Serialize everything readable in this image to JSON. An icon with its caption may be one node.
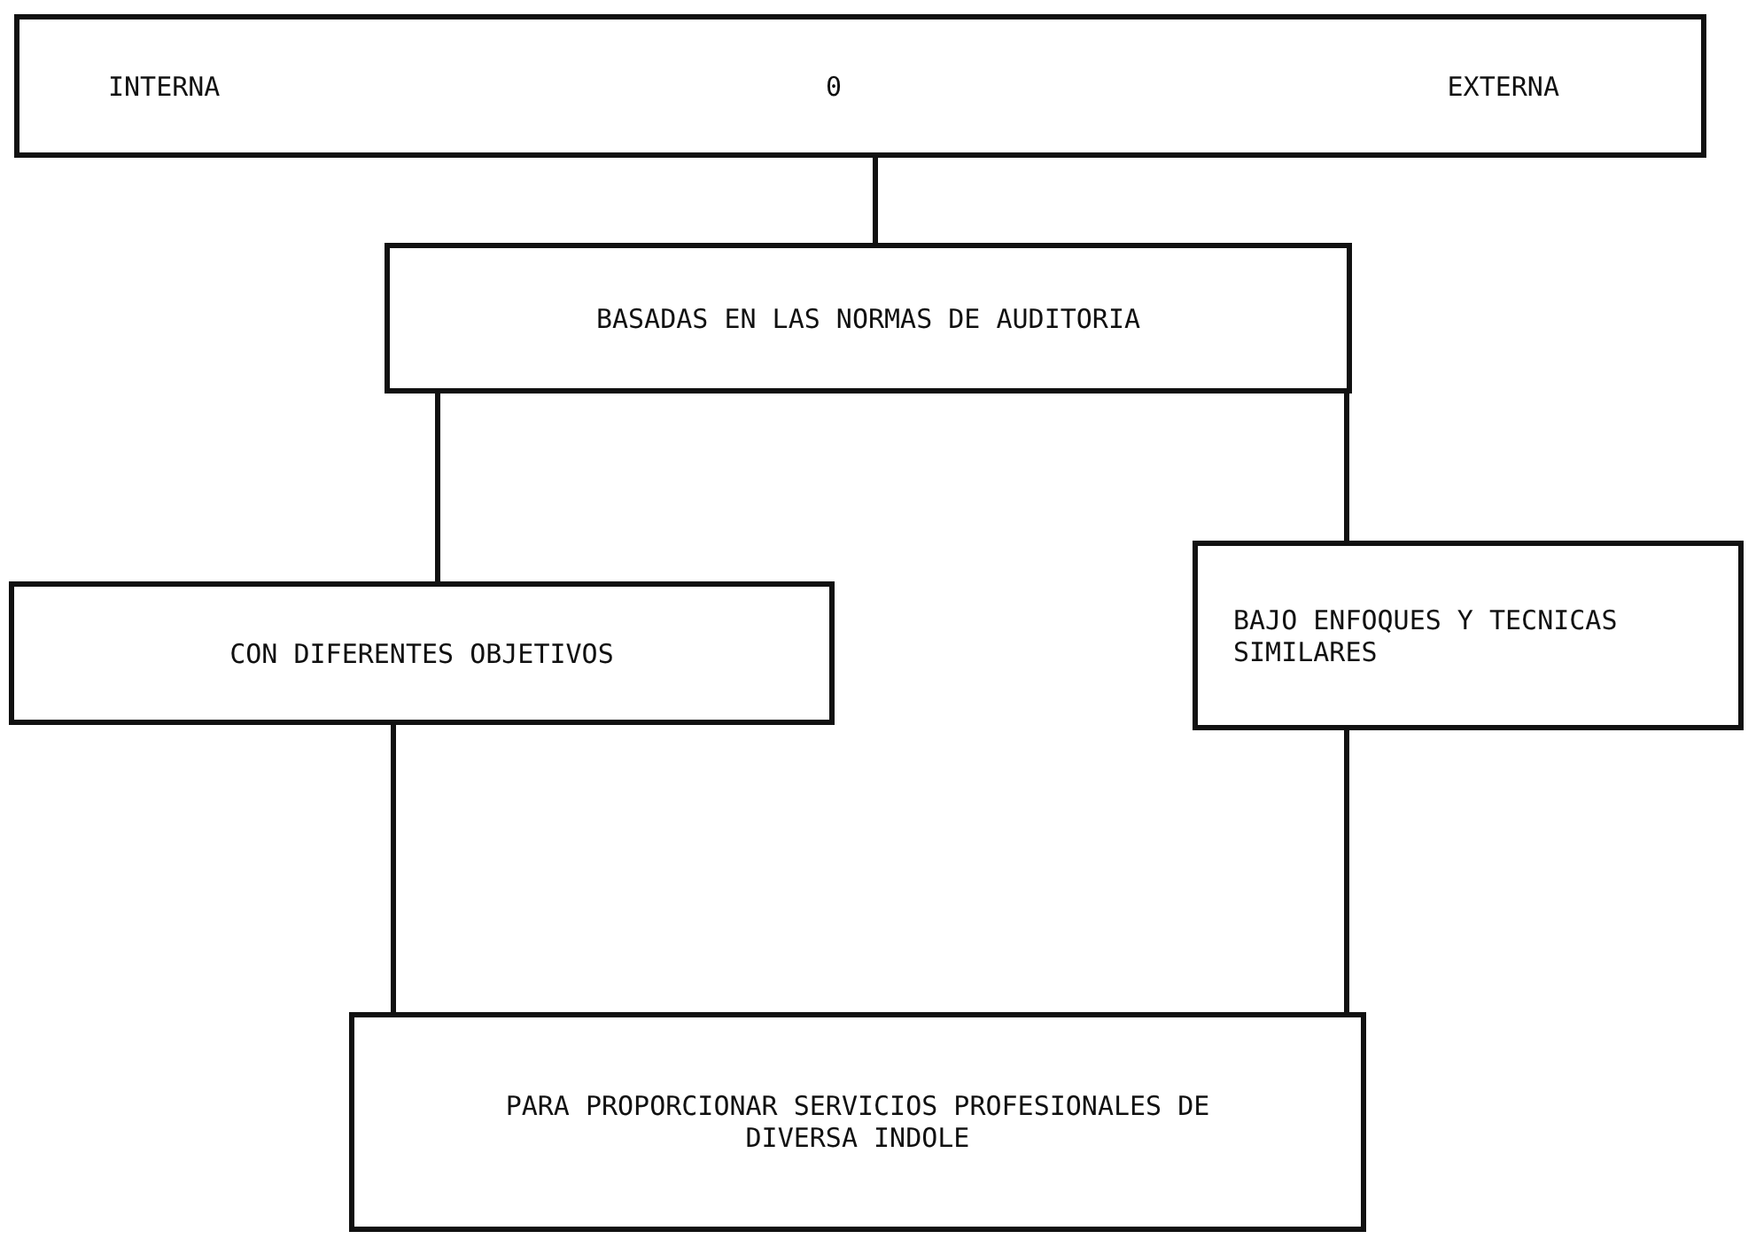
{
  "diagram": {
    "nodes": [
      {
        "text": [
          "INTERNA",
          "0",
          "EXTERNA"
        ]
      },
      {
        "text": [
          "BASADAS EN LAS NORMAS DE AUDITORIA"
        ]
      },
      {
        "text": [
          "CON DIFERENTES OBJETIVOS"
        ]
      },
      {
        "text": [
          "BAJO ENFOQUES Y TECNICAS SIMILARES"
        ]
      },
      {
        "text": [
          "PARA PROPORCIONAR SERVICIOS PROFESIONALES DE DIVERSA INDOLE"
        ]
      }
    ],
    "edges": [
      {
        "from": 0,
        "to": 1,
        "arrow": "none"
      },
      {
        "from": 1,
        "to": 2,
        "arrow": "none"
      },
      {
        "from": 1,
        "to": 3,
        "arrow": "none"
      },
      {
        "from": 2,
        "to": 4,
        "arrow": "none"
      },
      {
        "from": 3,
        "to": 4,
        "arrow": "none"
      }
    ]
  }
}
